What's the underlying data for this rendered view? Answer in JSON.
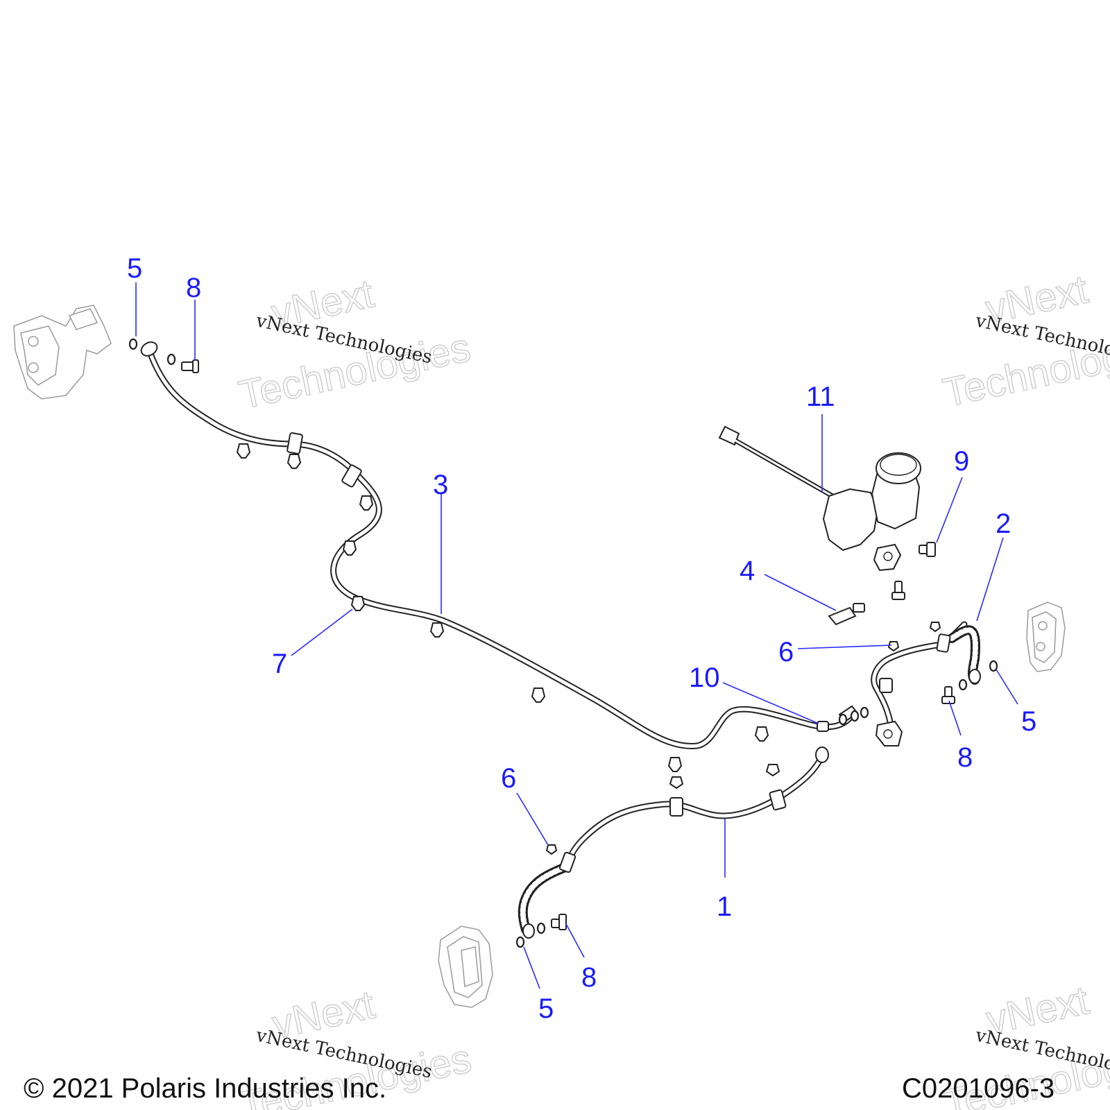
{
  "callouts": {
    "c5_top": "5",
    "c8_top": "8",
    "c11": "11",
    "c9": "9",
    "c3": "3",
    "c2": "2",
    "c4": "4",
    "c6_right": "6",
    "c7": "7",
    "c10": "10",
    "c5_right": "5",
    "c8_right": "8",
    "c6_bottom": "6",
    "c1": "1",
    "c8_bottom": "8",
    "c5_bottom": "5"
  },
  "watermark": {
    "big_line1": "vNext",
    "big_line2": "Technologies",
    "small": "vNext Technologies"
  },
  "footer": {
    "copyright": "© 2021 Polaris Industries Inc.",
    "drawing_code": "C0201096-3"
  }
}
